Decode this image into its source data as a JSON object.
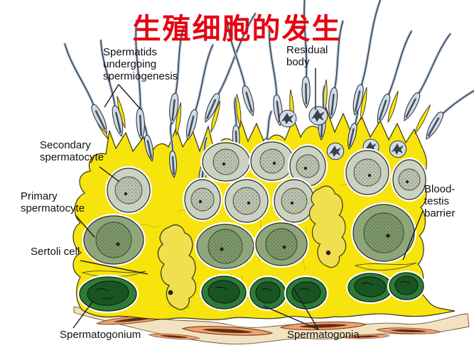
{
  "title": {
    "text": "生殖细胞的发生"
  },
  "annotations": {
    "spermatids": {
      "text": "Spermatids undergoing spermiogenesis"
    },
    "residual_body": {
      "text": "Residual body"
    },
    "secondary_spermatocyte": {
      "text": "Secondary spermatocyte"
    },
    "primary_spermatocyte": {
      "text": "Primary spermatocyte"
    },
    "sertoli_cell": {
      "text": "Sertoli cell"
    },
    "spermatogonium": {
      "text": "Spermatogonium"
    },
    "spermatogonia": {
      "text": "Spermatogonia"
    },
    "blood_testis_barrier": {
      "text": "Blood-testis barrier"
    }
  },
  "colors": {
    "title_red": "#e60012",
    "label_black": "#111111",
    "sertoli_cytoplasm_yellow": "#f6e40c",
    "spermatid_blue": "#cfdbe8",
    "spermatocyte_gray_green": "#ccd2c2",
    "primary_spermatocyte_green": "#8fa67b",
    "spermatogonium_dark_green": "#2e7b37",
    "basement_membrane_cream": "#f3e2c1",
    "myoid_cell_peach": "#eba36f"
  }
}
